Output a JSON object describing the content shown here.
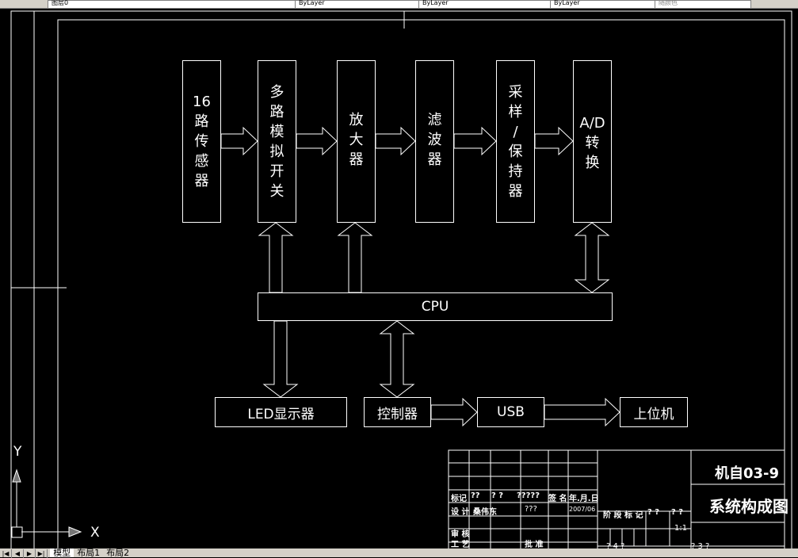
{
  "toolbar": {
    "layer": "图层0",
    "fields": [
      "ByLayer",
      "ByLayer",
      "ByLayer",
      "随颜色"
    ]
  },
  "diagram": {
    "sensors": {
      "top": "16",
      "rest": "路传感器"
    },
    "mux": {
      "rest": "多路模拟开关"
    },
    "amp": {
      "rest": "放大器"
    },
    "filter": {
      "rest": "滤波器"
    },
    "sample_hold": {
      "rest": "采样/保持器"
    },
    "adc": {
      "top": "A/D",
      "rest": "转换"
    },
    "cpu": "CPU",
    "led": "LED显示器",
    "controller": "控制器",
    "usb": "USB",
    "host": "上位机"
  },
  "title_block": {
    "drawing_no": "机自03-9",
    "drawing_title": "系统构成图",
    "mark": "标记",
    "count": "??",
    "zone": "? ?",
    "change_doc": "?????",
    "signature": "签 名",
    "date_label": "年.月.日",
    "design": "设 计",
    "designer": "桑伟东",
    "std": "???",
    "date": "2007/06",
    "stage_mark": "阶 段 标 记",
    "weight": "? ?",
    "scale_label": "? ?",
    "scale": "1:1",
    "review": "审 核",
    "process": "工 艺",
    "approve": "批 准",
    "sheets": "? 4 ?",
    "sheet": "? 3 ?"
  },
  "ucs": {
    "x": "X",
    "y": "Y"
  },
  "tabs": {
    "model": "模型",
    "layout1": "布局1",
    "layout2": "布局2"
  }
}
